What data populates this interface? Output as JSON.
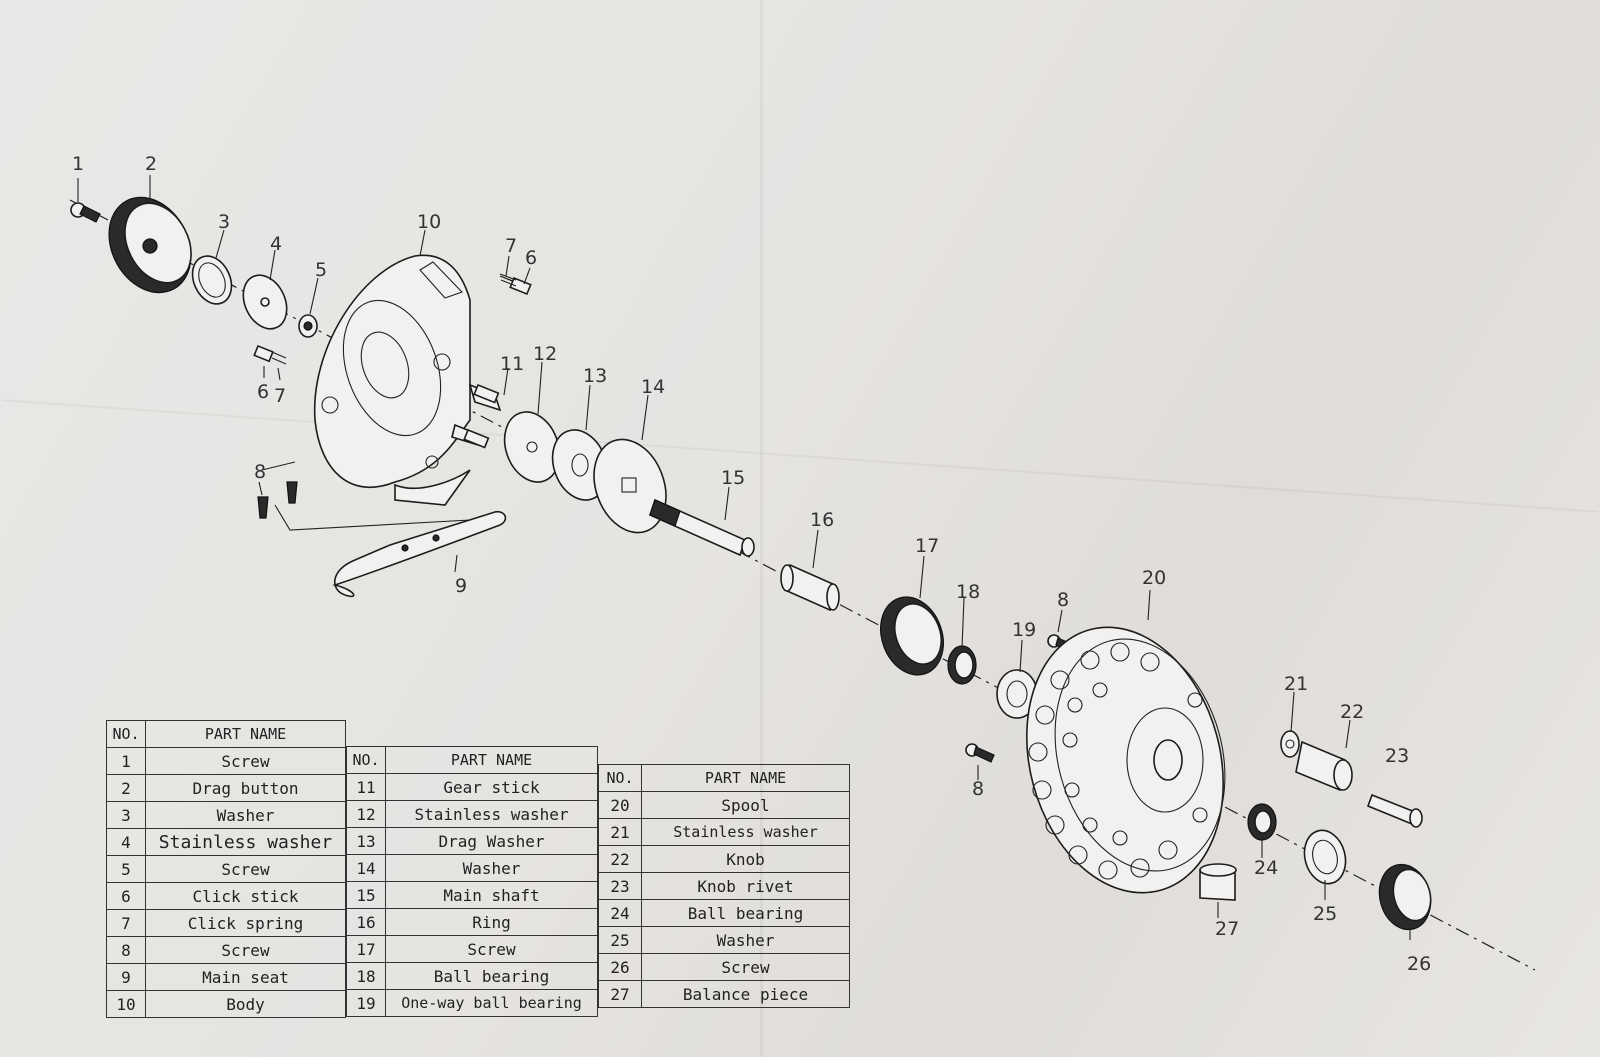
{
  "callouts": {
    "c1": "1",
    "c2": "2",
    "c3": "3",
    "c4": "4",
    "c5": "5",
    "c6a": "6",
    "c6b": "6",
    "c7a": "7",
    "c7b": "7",
    "c8a": "8",
    "c8b": "8",
    "c8c": "8",
    "c9": "9",
    "c10": "10",
    "c11": "11",
    "c12": "12",
    "c13": "13",
    "c14": "14",
    "c15": "15",
    "c16": "16",
    "c17": "17",
    "c18": "18",
    "c19": "19",
    "c20": "20",
    "c21": "21",
    "c22": "22",
    "c23": "23",
    "c24": "24",
    "c25": "25",
    "c26": "26",
    "c27": "27"
  },
  "tables": {
    "header_no": "NO.",
    "header_name": "PART NAME",
    "t1": [
      {
        "no": "1",
        "name": "Screw"
      },
      {
        "no": "2",
        "name": "Drag button"
      },
      {
        "no": "3",
        "name": "Washer"
      },
      {
        "no": "4",
        "name": "Stainless washer"
      },
      {
        "no": "5",
        "name": "Screw"
      },
      {
        "no": "6",
        "name": "Click stick"
      },
      {
        "no": "7",
        "name": "Click spring"
      },
      {
        "no": "8",
        "name": "Screw"
      },
      {
        "no": "9",
        "name": "Main seat"
      },
      {
        "no": "10",
        "name": "Body"
      }
    ],
    "t2": [
      {
        "no": "11",
        "name": "Gear stick"
      },
      {
        "no": "12",
        "name": "Stainless washer"
      },
      {
        "no": "13",
        "name": "Drag Washer"
      },
      {
        "no": "14",
        "name": "Washer"
      },
      {
        "no": "15",
        "name": "Main shaft"
      },
      {
        "no": "16",
        "name": "Ring"
      },
      {
        "no": "17",
        "name": "Screw"
      },
      {
        "no": "18",
        "name": "Ball bearing"
      },
      {
        "no": "19",
        "name": "One-way ball bearing"
      }
    ],
    "t3": [
      {
        "no": "20",
        "name": "Spool"
      },
      {
        "no": "21",
        "name": "Stainless washer"
      },
      {
        "no": "22",
        "name": "Knob"
      },
      {
        "no": "23",
        "name": "Knob rivet"
      },
      {
        "no": "24",
        "name": "Ball bearing"
      },
      {
        "no": "25",
        "name": "Washer"
      },
      {
        "no": "26",
        "name": "Screw"
      },
      {
        "no": "27",
        "name": "Balance piece"
      }
    ]
  }
}
